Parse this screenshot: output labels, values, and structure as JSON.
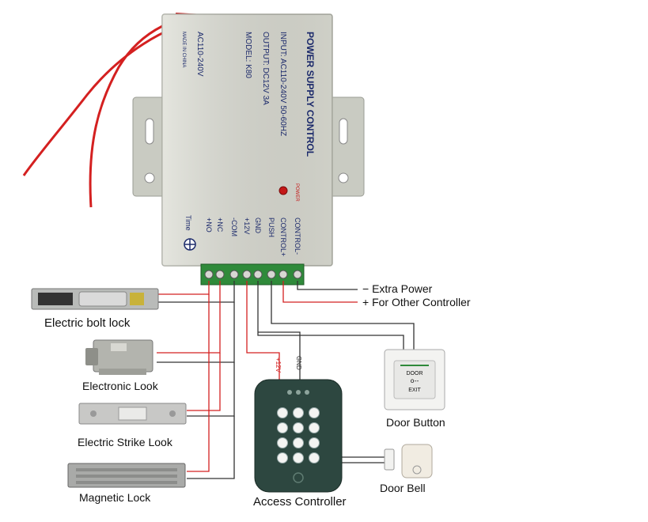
{
  "power_supply": {
    "title": "POWER SUPPLY CONTROL",
    "input": "INPUT: AC110-240V  50-60HZ",
    "output": "OUTPUT: DC12V  3A",
    "model": "MODEL: K80",
    "ac_side": "AC110-240V",
    "made_in": "MADE IN CHINA",
    "power_led_label": "POWER",
    "time_label": "Time",
    "terminals": [
      "+NO",
      "+NC",
      "-COM",
      "+12V",
      "GND",
      "PUSH",
      "CONTROL+",
      "CONTROL-"
    ]
  },
  "extra_power": {
    "minus_label": "−  Extra Power",
    "plus_label": "+  For Other Controller"
  },
  "locks": [
    {
      "name": "Electric bolt lock"
    },
    {
      "name": "Electronic Look"
    },
    {
      "name": "Electric Strike Look"
    },
    {
      "name": "Magnetic Lock"
    }
  ],
  "door_button": {
    "name": "Door Button",
    "plate_top": "DOOR",
    "plate_bottom": "EXIT"
  },
  "door_bell": {
    "name": "Door Bell"
  },
  "access_controller": {
    "name": "Access Controller",
    "wire_label_12v": "+12V",
    "wire_label_gnd": "GND"
  },
  "colors": {
    "red_wire": "#d42020",
    "black_wire": "#333333",
    "terminal_green": "#2f8a3a",
    "psu_body": "#d9dbd2",
    "psu_text": "#1c2a6b"
  }
}
